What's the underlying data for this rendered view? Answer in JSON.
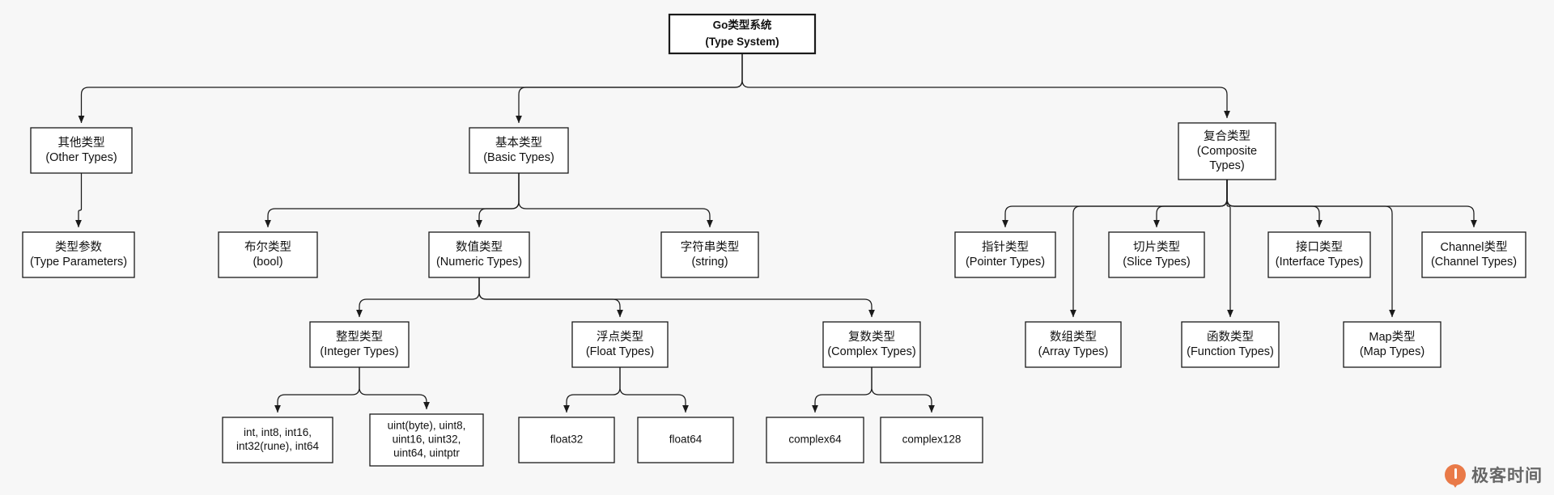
{
  "diagram": {
    "title": "Go类型系统 (Type System)",
    "type": "tree",
    "background_color": "#f7f7f7",
    "box_fill": "#ffffff",
    "box_stroke": "#1a1a1a",
    "nodes": {
      "root": {
        "line1": "Go类型系统",
        "line2": "(Type System)"
      },
      "other_types": {
        "line1": "其他类型",
        "line2": "(Other Types)"
      },
      "type_parameters": {
        "line1": "类型参数",
        "line2": "(Type Parameters)"
      },
      "basic_types": {
        "line1": "基本类型",
        "line2": "(Basic Types)"
      },
      "composite_types": {
        "line1": "复合类型",
        "line2": "(Composite",
        "line3": "Types)"
      },
      "bool_types": {
        "line1": "布尔类型",
        "line2": "(bool)"
      },
      "numeric_types": {
        "line1": "数值类型",
        "line2": "(Numeric Types)"
      },
      "string_types": {
        "line1": "字符串类型",
        "line2": "(string)"
      },
      "pointer_types": {
        "line1": "指针类型",
        "line2": "(Pointer Types)"
      },
      "slice_types": {
        "line1": "切片类型",
        "line2": "(Slice Types)"
      },
      "interface_types": {
        "line1": "接口类型",
        "line2": "(Interface Types)"
      },
      "channel_types": {
        "line1": "Channel类型",
        "line2": "(Channel Types)"
      },
      "integer_types": {
        "line1": "整型类型",
        "line2": "(Integer Types)"
      },
      "float_types": {
        "line1": "浮点类型",
        "line2": "(Float Types)"
      },
      "complex_types": {
        "line1": "复数类型",
        "line2": "(Complex Types)"
      },
      "array_types": {
        "line1": "数组类型",
        "line2": "(Array Types)"
      },
      "function_types": {
        "line1": "函数类型",
        "line2": "(Function Types)"
      },
      "map_types": {
        "line1": "Map类型",
        "line2": "(Map Types)"
      },
      "signed_ints": {
        "line1": "int, int8, int16,",
        "line2": "int32(rune), int64"
      },
      "unsigned_ints": {
        "line1": "uint(byte), uint8,",
        "line2": "uint16, uint32,",
        "line3": "uint64, uintptr"
      },
      "float32": {
        "line1": "float32"
      },
      "float64": {
        "line1": "float64"
      },
      "complex64": {
        "line1": "complex64"
      },
      "complex128": {
        "line1": "complex128"
      }
    },
    "edges": [
      {
        "from": "root",
        "to": "other_types"
      },
      {
        "from": "root",
        "to": "basic_types"
      },
      {
        "from": "root",
        "to": "composite_types"
      },
      {
        "from": "other_types",
        "to": "type_parameters"
      },
      {
        "from": "basic_types",
        "to": "bool_types"
      },
      {
        "from": "basic_types",
        "to": "numeric_types"
      },
      {
        "from": "basic_types",
        "to": "string_types"
      },
      {
        "from": "composite_types",
        "to": "pointer_types"
      },
      {
        "from": "composite_types",
        "to": "slice_types"
      },
      {
        "from": "composite_types",
        "to": "interface_types"
      },
      {
        "from": "composite_types",
        "to": "channel_types"
      },
      {
        "from": "composite_types",
        "to": "array_types"
      },
      {
        "from": "composite_types",
        "to": "function_types"
      },
      {
        "from": "composite_types",
        "to": "map_types"
      },
      {
        "from": "numeric_types",
        "to": "integer_types"
      },
      {
        "from": "numeric_types",
        "to": "float_types"
      },
      {
        "from": "numeric_types",
        "to": "complex_types"
      },
      {
        "from": "integer_types",
        "to": "signed_ints"
      },
      {
        "from": "integer_types",
        "to": "unsigned_ints"
      },
      {
        "from": "float_types",
        "to": "float32"
      },
      {
        "from": "float_types",
        "to": "float64"
      },
      {
        "from": "complex_types",
        "to": "complex64"
      },
      {
        "from": "complex_types",
        "to": "complex128"
      }
    ]
  },
  "watermark": {
    "text": "极客时间",
    "logo_color": "#e8703a"
  }
}
